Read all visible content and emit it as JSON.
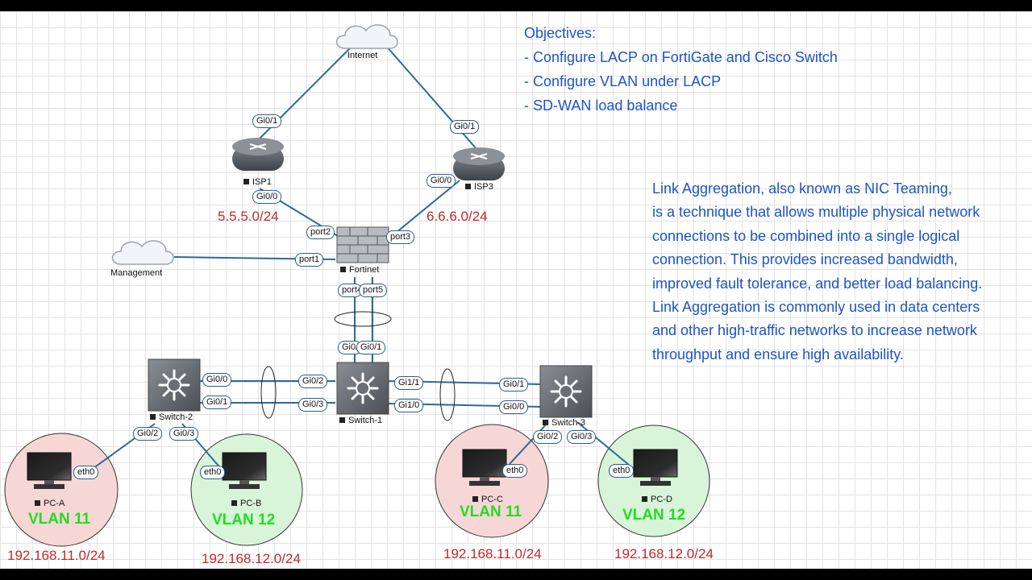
{
  "objectives": {
    "heading": "Objectives:",
    "items": [
      "- Configure LACP on FortiGate and Cisco Switch",
      "- Configure VLAN under LACP",
      "- SD-WAN load balance"
    ]
  },
  "description": [
    "Link Aggregation, also known as NIC Teaming,",
    "is a technique that allows multiple physical network",
    "connections to be combined into a single logical",
    "connection. This provides increased bandwidth,",
    "improved fault tolerance, and better load balancing.",
    "Link Aggregation is commonly used in data centers",
    "and other high-traffic networks to increase network",
    "throughput and ensure high availability."
  ],
  "nodes": {
    "internet": "Internet",
    "management": "Management",
    "isp1": "ISP1",
    "isp3": "ISP3",
    "fortinet": "Fortinet",
    "switch1": "Switch-1",
    "switch2": "Switch-2",
    "switch3": "Switch-3",
    "pc_a": "PC-A",
    "pc_b": "PC-B",
    "pc_c": "PC-C",
    "pc_d": "PC-D"
  },
  "ports": {
    "isp1_gi01": "Gi0/1",
    "isp1_gi00": "Gi0/0",
    "isp3_gi01": "Gi0/1",
    "isp3_gi00": "Gi0/0",
    "fw_port2": "port2",
    "fw_port3": "port3",
    "fw_port1": "port1",
    "fw_port4": "port4",
    "fw_port5": "port5",
    "sw1_gi00": "Gi0/0",
    "sw1_gi01": "Gi0/1",
    "sw1_gi02": "Gi0/2",
    "sw1_gi03": "Gi0/3",
    "sw1_gi11": "Gi1/1",
    "sw1_gi10": "Gi1/0",
    "sw2_gi00": "Gi0/0",
    "sw2_gi01": "Gi0/1",
    "sw2_gi02": "Gi0/2",
    "sw2_gi03": "Gi0/3",
    "sw3_gi01": "Gi0/1",
    "sw3_gi00": "Gi0/0",
    "sw3_gi02": "Gi0/2",
    "sw3_gi03": "Gi0/3",
    "pca_eth0": "eth0",
    "pcb_eth0": "eth0",
    "pcc_eth0": "eth0",
    "pcd_eth0": "eth0"
  },
  "subnets": {
    "isp1": "5.5.5.0/24",
    "isp3": "6.6.6.0/24",
    "pc_a": "192.168.11.0/24",
    "pc_b": "192.168.12.0/24",
    "pc_c": "192.168.11.0/24",
    "pc_d": "192.168.12.0/24"
  },
  "vlans": {
    "pc_a": "VLAN 11",
    "pc_b": "VLAN 12",
    "pc_c": "VLAN 11",
    "pc_d": "VLAN 12"
  },
  "colors": {
    "link": "#2b6a9a",
    "vlan11_fill": "#f7d6d6",
    "vlan12_fill": "#d9f5d9",
    "vlan_text": "#22dd22",
    "subnet_text": "#c62828",
    "info_text": "#1d54c4"
  }
}
